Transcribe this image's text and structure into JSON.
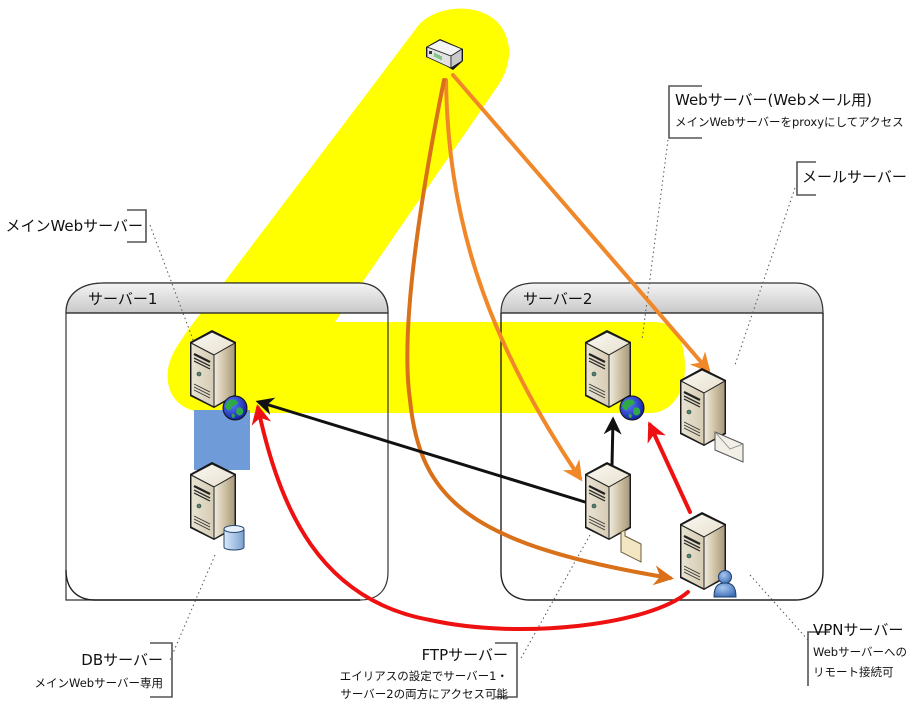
{
  "diagram": {
    "colors": {
      "highlight": "#ffff00",
      "db_link": "#6f9bd8",
      "orange_light": "#f0882a",
      "orange_dark": "#d9701a",
      "red": "#ee1111",
      "black": "#111111"
    },
    "containers": [
      {
        "id": "server1",
        "title": "サーバー1"
      },
      {
        "id": "server2",
        "title": "サーバー2"
      }
    ],
    "nodes": [
      {
        "id": "router",
        "icon": "router-icon"
      },
      {
        "id": "main-web",
        "icon": "server-icon",
        "badge": "globe-icon"
      },
      {
        "id": "db",
        "icon": "server-icon",
        "badge": "database-icon"
      },
      {
        "id": "webmail",
        "icon": "server-icon",
        "badge": "globe-icon"
      },
      {
        "id": "mail",
        "icon": "server-icon",
        "badge": "envelope-icon"
      },
      {
        "id": "ftp",
        "icon": "server-icon",
        "badge": "folder-icon"
      },
      {
        "id": "vpn",
        "icon": "server-icon",
        "badge": "user-icon"
      }
    ],
    "callouts": {
      "main_web": {
        "title": "メインWebサーバー"
      },
      "webmail": {
        "title": "Webサーバー(Webメール用)",
        "desc": "メインWebサーバーをproxyにしてアクセス"
      },
      "mail": {
        "title": "メールサーバー"
      },
      "db": {
        "title": "DBサーバー",
        "desc": "メインWebサーバー専用"
      },
      "ftp": {
        "title": "FTPサーバー",
        "desc1": "エイリアスの設定でサーバー1・",
        "desc2": "サーバー2の両方にアクセス可能"
      },
      "vpn": {
        "title": "VPNサーバー",
        "desc1": "Webサーバーへの",
        "desc2": "リモート接続可"
      }
    },
    "connections": [
      {
        "from": "router",
        "to": "mail",
        "color": "orange_light"
      },
      {
        "from": "router",
        "to": "ftp",
        "color": "orange_light"
      },
      {
        "from": "router",
        "to": "vpn",
        "color": "orange_dark"
      },
      {
        "from": "ftp",
        "to": "main-web",
        "color": "black"
      },
      {
        "from": "ftp",
        "to": "webmail",
        "color": "black"
      },
      {
        "from": "vpn",
        "to": "webmail",
        "color": "red"
      },
      {
        "from": "vpn",
        "to": "main-web",
        "color": "red"
      },
      {
        "from": "main-web",
        "to": "db",
        "color": "db_link"
      }
    ]
  }
}
